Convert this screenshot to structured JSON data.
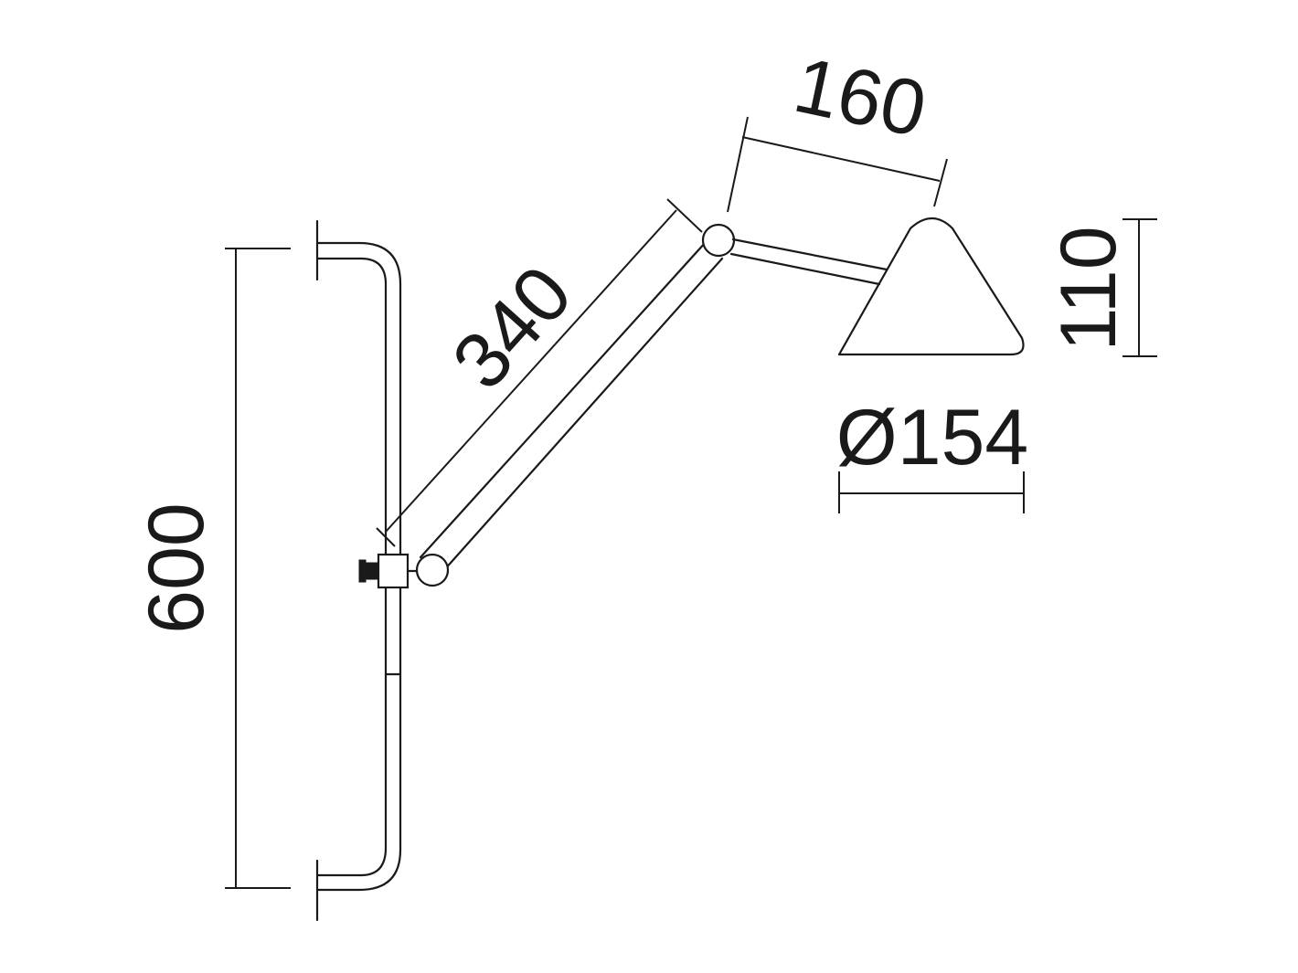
{
  "drawing": {
    "stroke_color": "#1a1a1a",
    "background": "#ffffff"
  },
  "dimensions": {
    "height_total": "600",
    "arm_length": "340",
    "head_arm_length": "160",
    "shade_height": "110",
    "shade_diameter": "Ø154"
  }
}
